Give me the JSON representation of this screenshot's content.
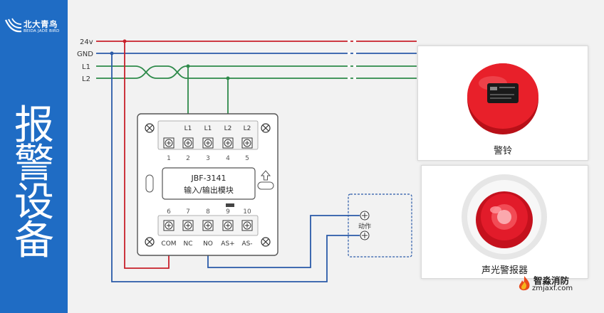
{
  "brand": {
    "name_cn": "北大青鸟",
    "name_en": "BEIDA JADE BIRD"
  },
  "sidebar_title": [
    "报",
    "警",
    "设",
    "备"
  ],
  "diagram": {
    "bus_labels": [
      "24v",
      "GND",
      "L1",
      "L2"
    ],
    "top_terminals": [
      "L1",
      "L1",
      "L2",
      "L2"
    ],
    "top_numbers": [
      "1",
      "2",
      "3",
      "4",
      "5"
    ],
    "module_model": "JBF-3141",
    "module_name": "输入/输出模块",
    "bottom_numbers": [
      "6",
      "7",
      "8",
      "9",
      "10"
    ],
    "bottom_terminals": [
      "COM",
      "NC",
      "NO",
      "AS+",
      "AS-"
    ],
    "action_label": "动作"
  },
  "devices": [
    {
      "name": "警铃"
    },
    {
      "name": "声光警报器"
    }
  ],
  "watermark": {
    "name": "智淼消防",
    "url": "zmjaxf.com"
  },
  "colors": {
    "sidebar_blue": "#1f6cc4",
    "wire_red": "#c8202a",
    "wire_blue": "#2a5aa8",
    "wire_green": "#2e8a4a"
  }
}
